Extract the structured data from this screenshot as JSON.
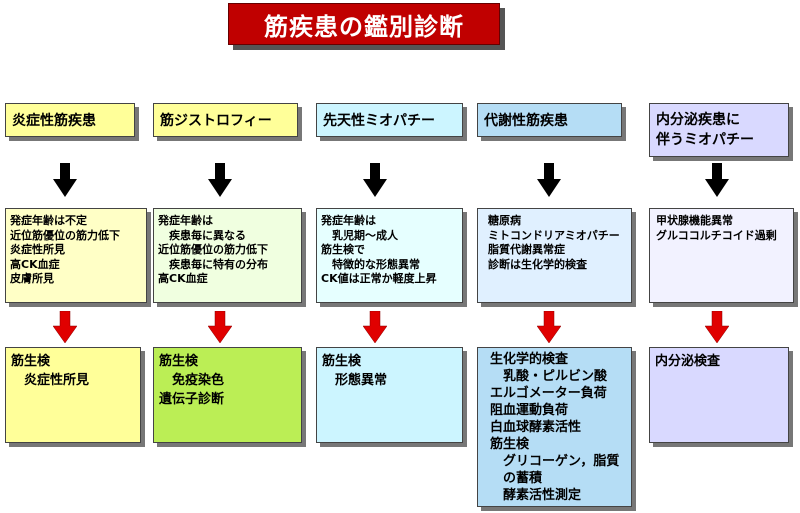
{
  "title": "筋疾患の鑑別診断",
  "columns": [
    {
      "header": [
        "炎症性筋疾患"
      ],
      "findings": [
        "発症年齢は不定",
        "近位筋優位の筋力低下",
        "炎症性所見",
        "高CK血症",
        "皮膚所見"
      ],
      "tests": [
        "筋生検",
        "　炎症性所見"
      ]
    },
    {
      "header": [
        "筋ジストロフィー"
      ],
      "findings": [
        "発症年齢は",
        "　疾患毎に異なる",
        "近位筋優位の筋力低下",
        "　疾患毎に特有の分布",
        "高CK血症"
      ],
      "tests": [
        "筋生検",
        "　免疫染色",
        "遺伝子診断"
      ]
    },
    {
      "header": [
        "先天性ミオパチー"
      ],
      "findings": [
        "発症年齢は",
        "　乳児期～成人",
        "筋生検で",
        "　特徴的な形態異常",
        "CK値は正常か軽度上昇"
      ],
      "tests": [
        "筋生検",
        "　形態異常"
      ]
    },
    {
      "header": [
        "代謝性筋疾患"
      ],
      "findings": [
        "糖原病",
        "ミトコンドリアミオパチー",
        "脂質代謝異常症",
        "診断は生化学的検査"
      ],
      "tests": [
        "生化学的検査",
        "　乳酸・ピルビン酸",
        "エルゴメーター負荷",
        "阻血運動負荷",
        "白血球酵素活性",
        "筋生検",
        "　グリコーゲン，脂質",
        "　の蓄積",
        "　酵素活性測定"
      ]
    },
    {
      "header": [
        "内分泌疾患に",
        "伴うミオパチー"
      ],
      "findings": [
        "甲状腺機能異常",
        "グルココルチコイド過剰"
      ],
      "tests": [
        "内分泌検査"
      ]
    }
  ],
  "colors": {
    "title_bg": "#c00000",
    "black_arrow": "#000000",
    "red_arrow": "#e00000"
  }
}
